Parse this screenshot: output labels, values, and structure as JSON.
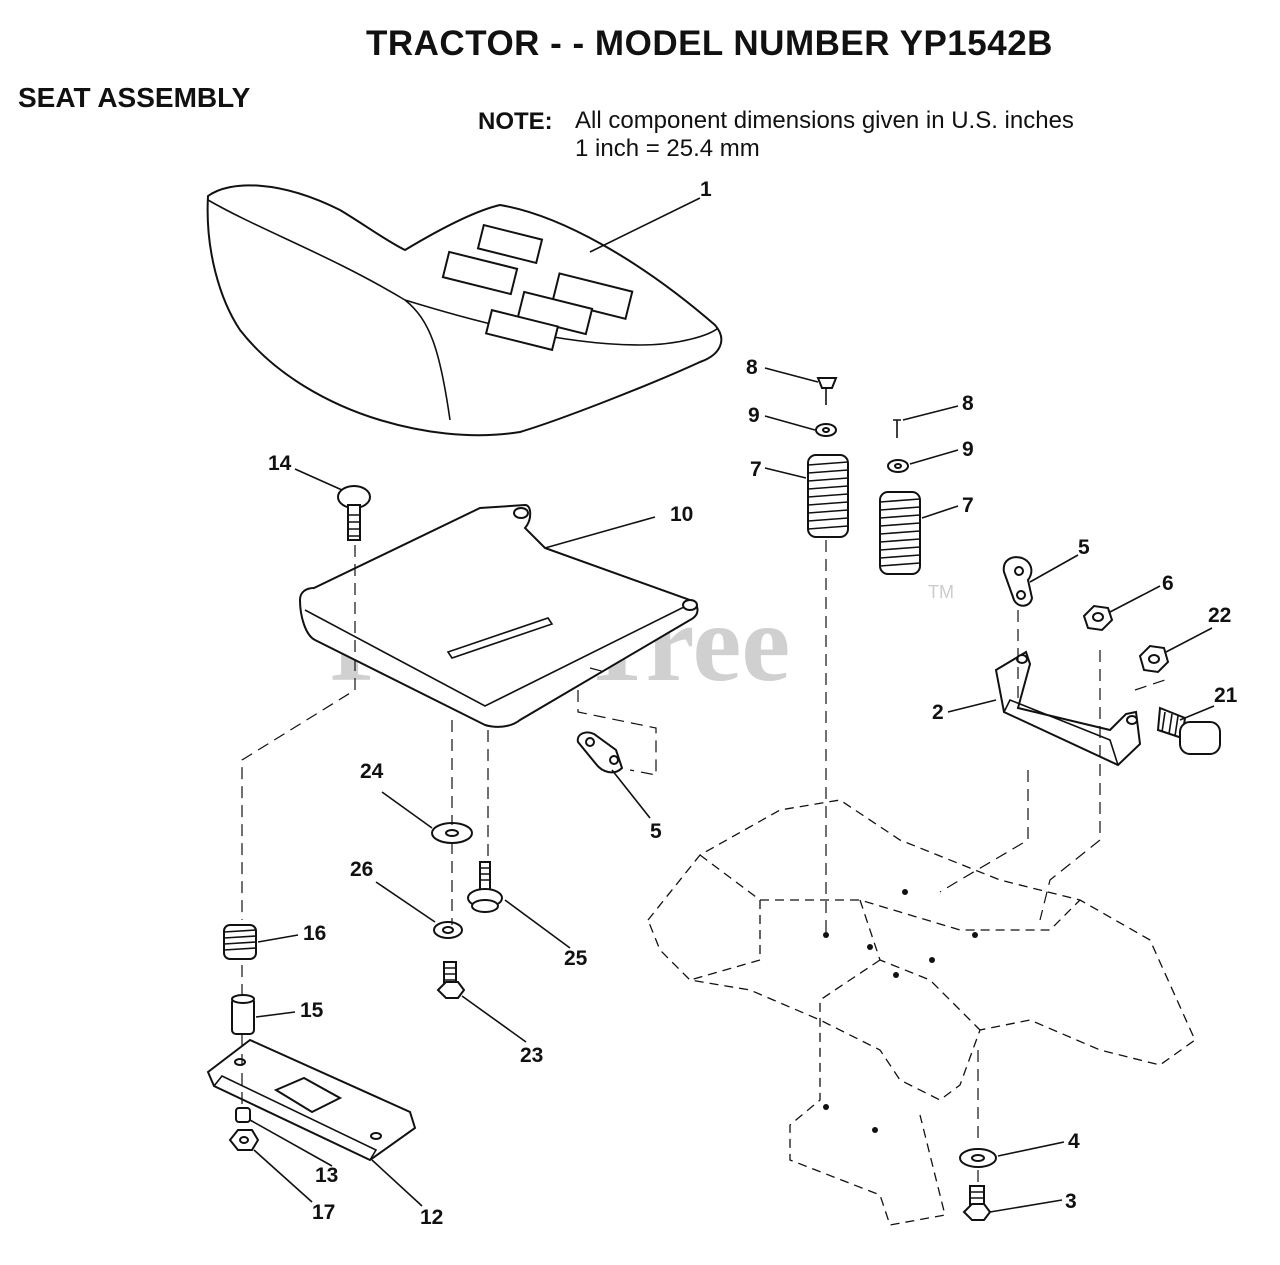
{
  "header": {
    "title": "TRACTOR - - MODEL NUMBER YP1542B",
    "section": "SEAT ASSEMBLY",
    "note_label": "NOTE:",
    "note_line1": "All component dimensions given in U.S. inches",
    "note_line2": "1 inch = 25.4 mm"
  },
  "watermark": {
    "text": "PartsTree",
    "tm": "TM"
  },
  "callouts": {
    "c1": "1",
    "c2": "2",
    "c3": "3",
    "c4": "4",
    "c5a": "5",
    "c5b": "5",
    "c6": "6",
    "c7a": "7",
    "c7b": "7",
    "c8a": "8",
    "c8b": "8",
    "c9a": "9",
    "c9b": "9",
    "c10": "10",
    "c12": "12",
    "c13": "13",
    "c14": "14",
    "c15": "15",
    "c16": "16",
    "c17": "17",
    "c21": "21",
    "c22": "22",
    "c23": "23",
    "c24": "24",
    "c25": "25",
    "c26": "26"
  }
}
